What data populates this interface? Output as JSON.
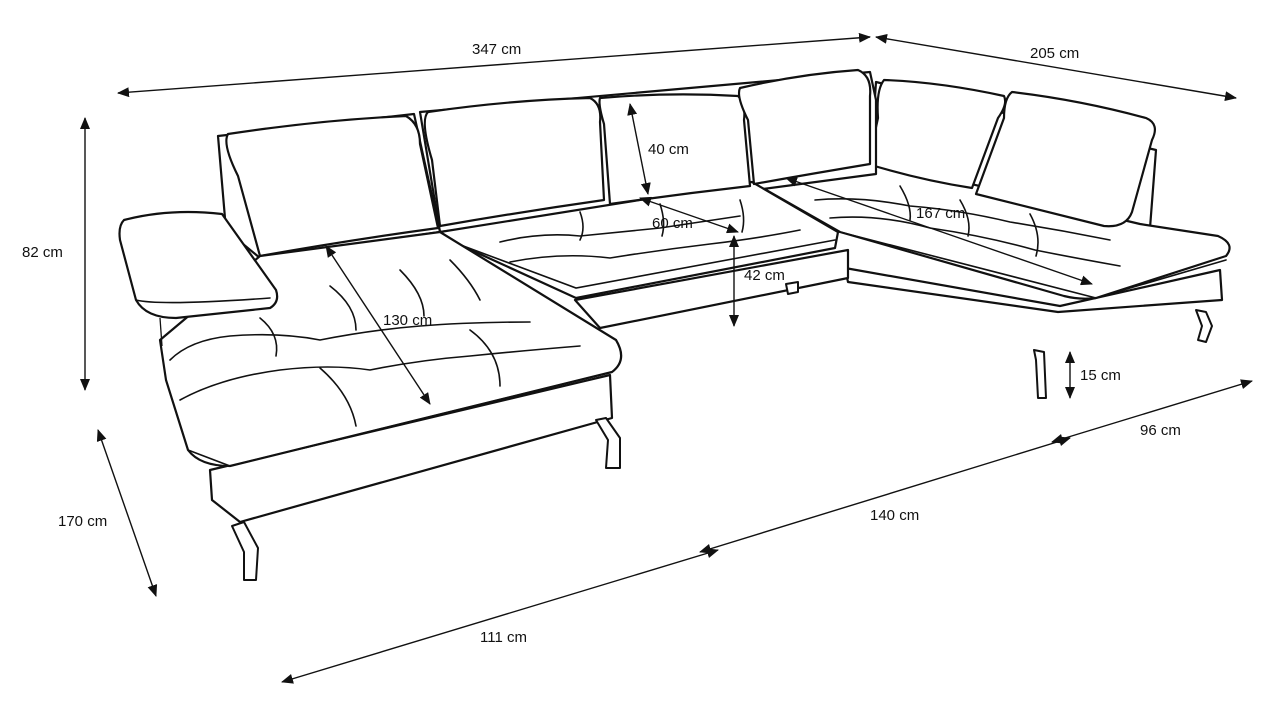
{
  "diagram": {
    "dimensions": {
      "total_width": "347 cm",
      "right_depth": "205 cm",
      "height": "82 cm",
      "backrest_height": "40 cm",
      "seat_depth": "60 cm",
      "seat_height": "42 cm",
      "chaise_length": "130 cm",
      "right_seat_length": "167 cm",
      "leg_height": "15 cm",
      "left_depth": "170 cm",
      "front_left": "111 cm",
      "front_middle": "140 cm",
      "front_right": "96 cm"
    }
  }
}
